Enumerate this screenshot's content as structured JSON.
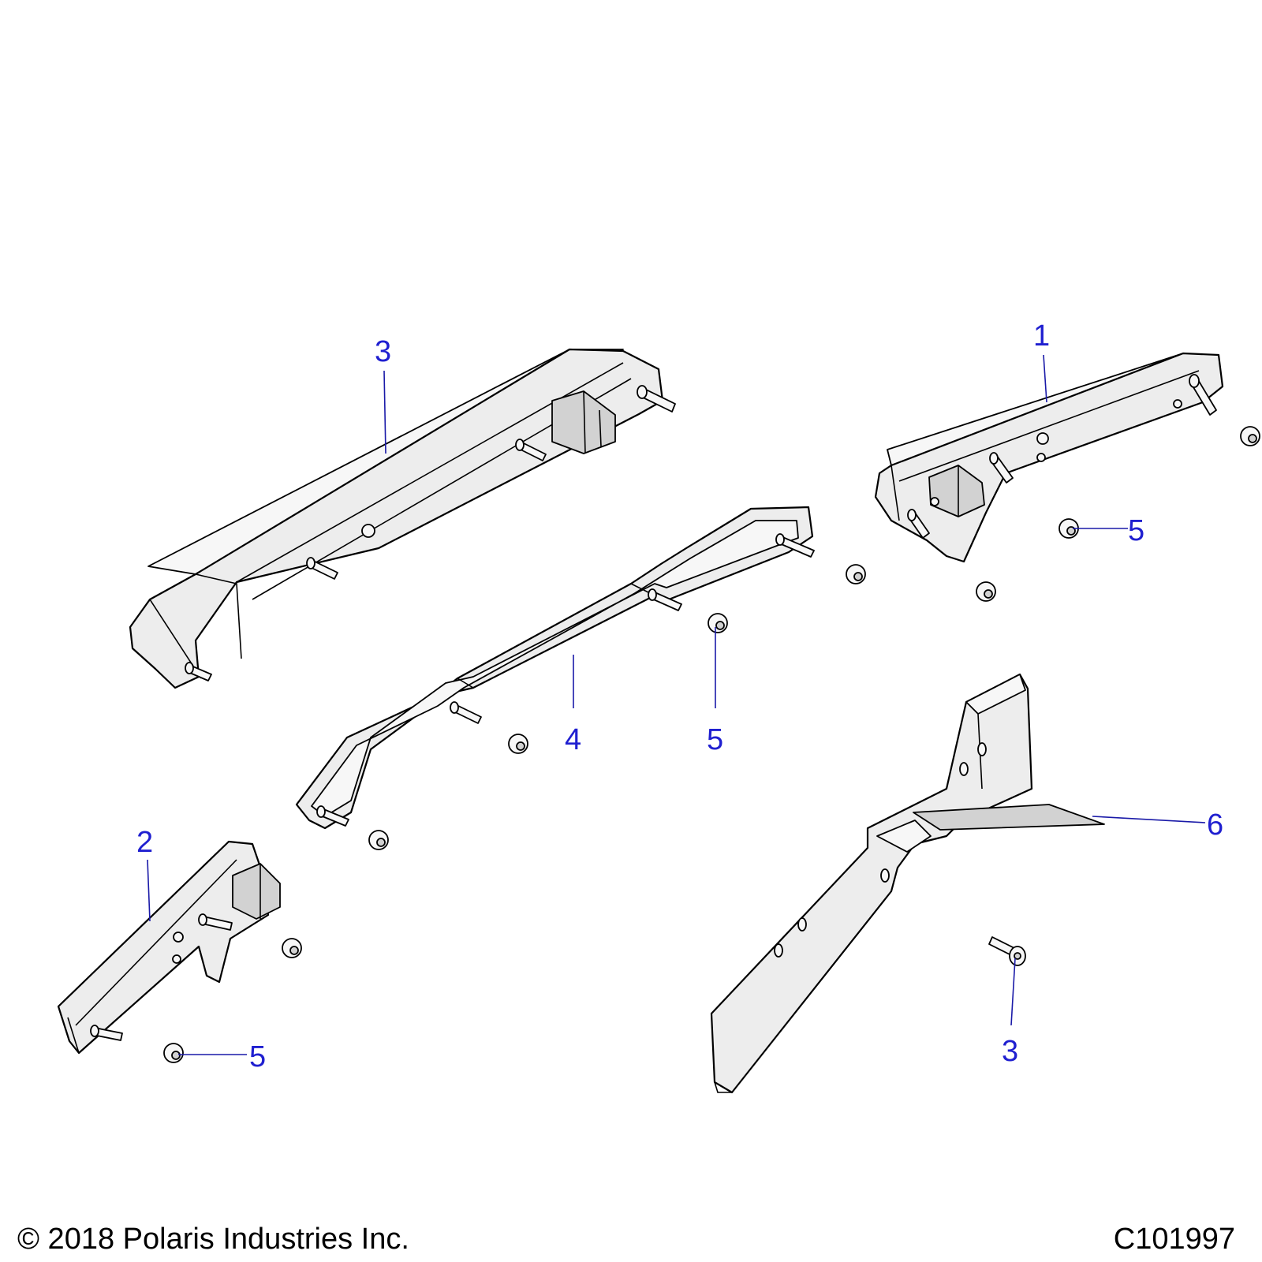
{
  "callouts": [
    {
      "id": "c1",
      "label": "1"
    },
    {
      "id": "c2",
      "label": "2"
    },
    {
      "id": "c3a",
      "label": "3"
    },
    {
      "id": "c3b",
      "label": "3"
    },
    {
      "id": "c4",
      "label": "4"
    },
    {
      "id": "c5a",
      "label": "5"
    },
    {
      "id": "c5b",
      "label": "5"
    },
    {
      "id": "c5c",
      "label": "5"
    },
    {
      "id": "c6",
      "label": "6"
    }
  ],
  "footer": {
    "copyright": "© 2018 Polaris Industries Inc.",
    "figure_id": "C101997"
  },
  "colors": {
    "callout": "#1f1fd0",
    "leader": "#1a1aa8",
    "part_fill": "#ededed",
    "outline": "#000000"
  }
}
